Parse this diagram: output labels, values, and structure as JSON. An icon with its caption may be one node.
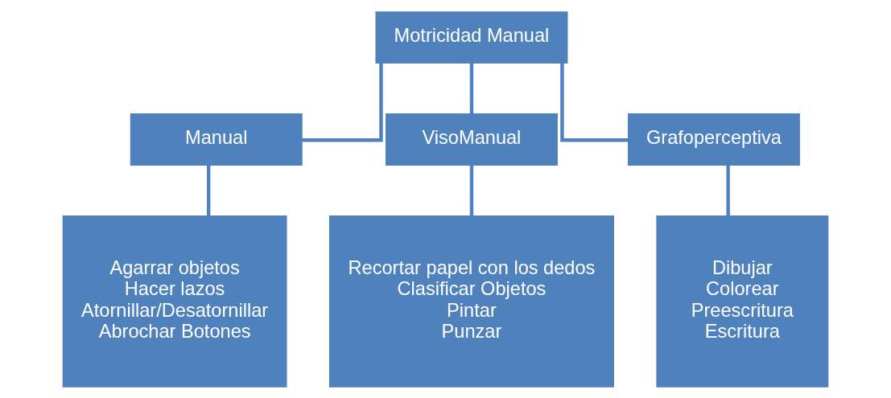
{
  "diagram": {
    "nodes": [
      {
        "text": [
          "Motricidad Manual"
        ]
      },
      {
        "text": [
          "Manual"
        ]
      },
      {
        "text": [
          "VisoManual"
        ]
      },
      {
        "text": [
          "Grafoperceptiva"
        ]
      },
      {
        "text": [
          "Agarrar objetos",
          "Hacer lazos",
          "Atornillar/Desatornillar",
          "Abrochar Botones"
        ]
      },
      {
        "text": [
          "Recortar papel con los dedos",
          "Clasificar Objetos",
          "Pintar",
          "Punzar"
        ]
      },
      {
        "text": [
          "Dibujar",
          "Colorear",
          "Preescritura",
          "Escritura"
        ]
      }
    ],
    "edges": [
      {
        "from": 0,
        "to": 1,
        "arrow": "none"
      },
      {
        "from": 0,
        "to": 2,
        "arrow": "none"
      },
      {
        "from": 0,
        "to": 3,
        "arrow": "none"
      },
      {
        "from": 1,
        "to": 4,
        "arrow": "none"
      },
      {
        "from": 2,
        "to": 5,
        "arrow": "none"
      },
      {
        "from": 3,
        "to": 6,
        "arrow": "none"
      }
    ]
  }
}
